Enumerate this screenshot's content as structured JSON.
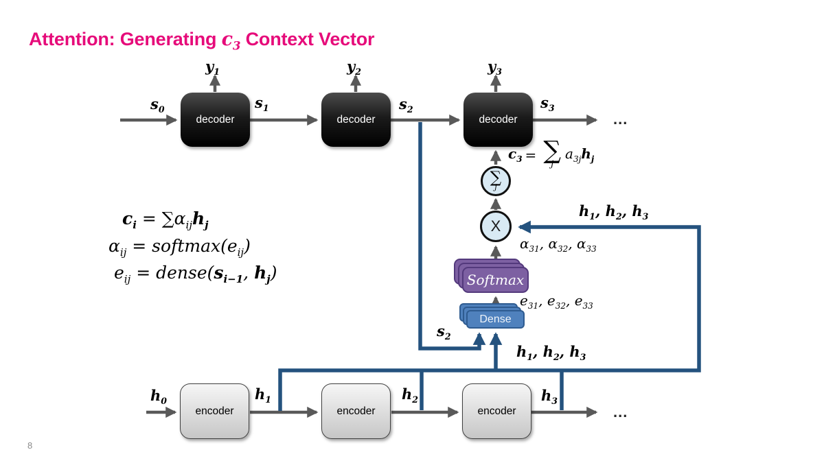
{
  "title": {
    "pre": "Attention: Generating ",
    "math_base": "c",
    "math_sub": "3",
    "post": " Context Vector"
  },
  "page_number": "8",
  "decoder_label": "decoder",
  "encoder_label": "encoder",
  "ellipsis": "...",
  "blocks": {
    "softmax": "Softmax",
    "dense": "Dense"
  },
  "circles": {
    "sum": "∑",
    "sum_sub": "j",
    "times": "X"
  },
  "labels": {
    "s0": {
      "b": "s",
      "s": "0"
    },
    "s1": {
      "b": "s",
      "s": "1"
    },
    "s2": {
      "b": "s",
      "s": "2"
    },
    "s3": {
      "b": "s",
      "s": "3"
    },
    "y1": {
      "b": "y",
      "s": "1"
    },
    "y2": {
      "b": "y",
      "s": "2"
    },
    "y3": {
      "b": "y",
      "s": "3"
    },
    "h0": {
      "b": "h",
      "s": "0"
    },
    "h1": {
      "b": "h",
      "s": "1"
    },
    "h2": {
      "b": "h",
      "s": "2"
    },
    "h3": {
      "b": "h",
      "s": "3"
    },
    "s2_lower": {
      "b": "s",
      "s": "2"
    },
    "h_list": {
      "b1": "h",
      "s1": "1",
      "sep1": ", ",
      "b2": "h",
      "s2": "2",
      "sep2": ", ",
      "b3": "h",
      "s3": "3"
    },
    "alpha_list": {
      "b1": "α",
      "s1": "31",
      "sep1": ", ",
      "b2": "α",
      "s2": "32",
      "sep2": ", ",
      "b3": "α",
      "s3": "33"
    },
    "e_list": {
      "b1": "e",
      "s1": "31",
      "sep1": ", ",
      "b2": "e",
      "s2": "32",
      "sep2": ", ",
      "b3": "e",
      "s3": "33"
    }
  },
  "c3_formula": {
    "c": "c",
    "c_sub": "3",
    "eq": "=",
    "sum": "∑",
    "sum_sub": "j",
    "a": "a",
    "a_sub": "3j",
    "h": "h",
    "h_sub": "j"
  },
  "formulas": {
    "line1": {
      "p1": "c",
      "s1": "i",
      "p2": " = ∑",
      "p3": "α",
      "s3": "ij",
      "p4": "h",
      "s4": "j"
    },
    "line2": {
      "p1": "α",
      "s1": "ij",
      "p2": " = softmax(",
      "p3": "e",
      "s3": "ij",
      "p4": ")"
    },
    "line3": {
      "p1": "e",
      "s1": "ij",
      "p2": " = dense(",
      "p3": "s",
      "s3": "i−1",
      "p4": ", ",
      "p5": "h",
      "s5": "j",
      "p6": ")"
    }
  },
  "colors": {
    "accent_pink": "#e60b7a",
    "arrow_gray": "#595959",
    "line_blue": "#24527e",
    "softmax_purple": "#7d60a2",
    "dense_blue": "#4f81bd",
    "circle_fill": "#d9eaf4",
    "decoder_black": "#0a0a0a",
    "encoder_gray": "#d9d9d9"
  }
}
